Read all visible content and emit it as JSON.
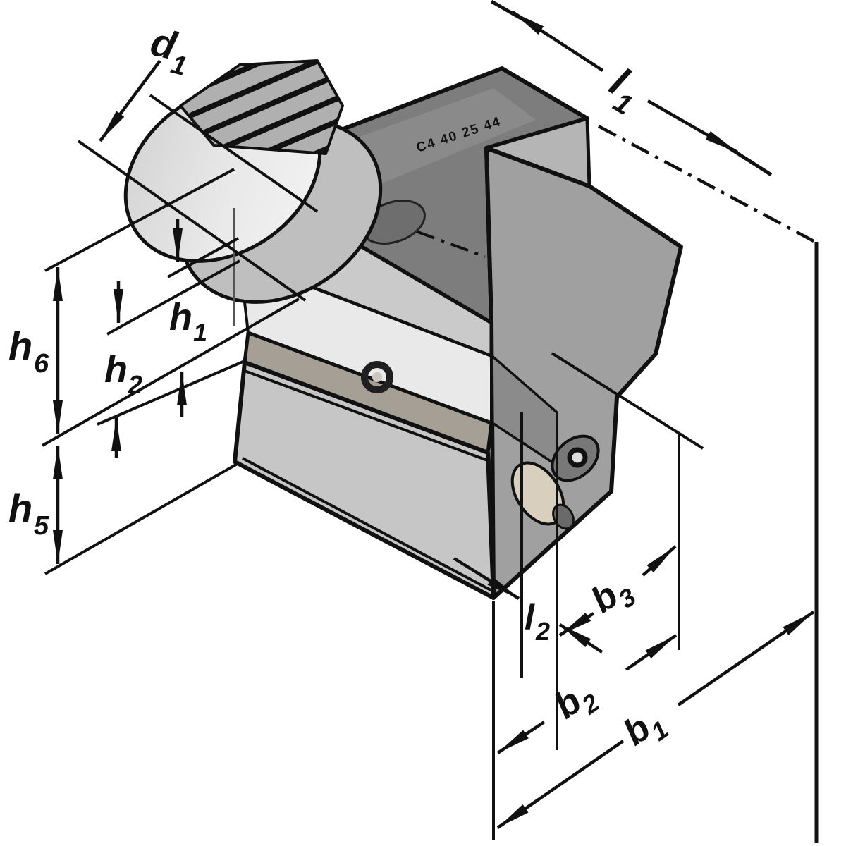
{
  "drawing": {
    "type": "technical-dimension-drawing",
    "marking": "C4 40 25 44",
    "dimensions": {
      "d1": {
        "main": "d",
        "sub": "1"
      },
      "l1": {
        "main": "l",
        "sub": "1"
      },
      "h1": {
        "main": "h",
        "sub": "1"
      },
      "h2": {
        "main": "h",
        "sub": "2"
      },
      "h5": {
        "main": "h",
        "sub": "5"
      },
      "h6": {
        "main": "h",
        "sub": "6"
      },
      "l2": {
        "main": "l",
        "sub": "2"
      },
      "b1": {
        "main": "b",
        "sub": "1"
      },
      "b2": {
        "main": "b",
        "sub": "2"
      },
      "b3": {
        "main": "b",
        "sub": "3"
      }
    },
    "colors": {
      "line": "#111111",
      "top_face": "#7d7d7d",
      "right_face": "#a0a0a0",
      "front_face": "#c9c9c9",
      "seat_face": "#a69f96",
      "insert": "#d9cfbe",
      "marking_text": "#e8e8e8",
      "background": "#ffffff"
    }
  }
}
